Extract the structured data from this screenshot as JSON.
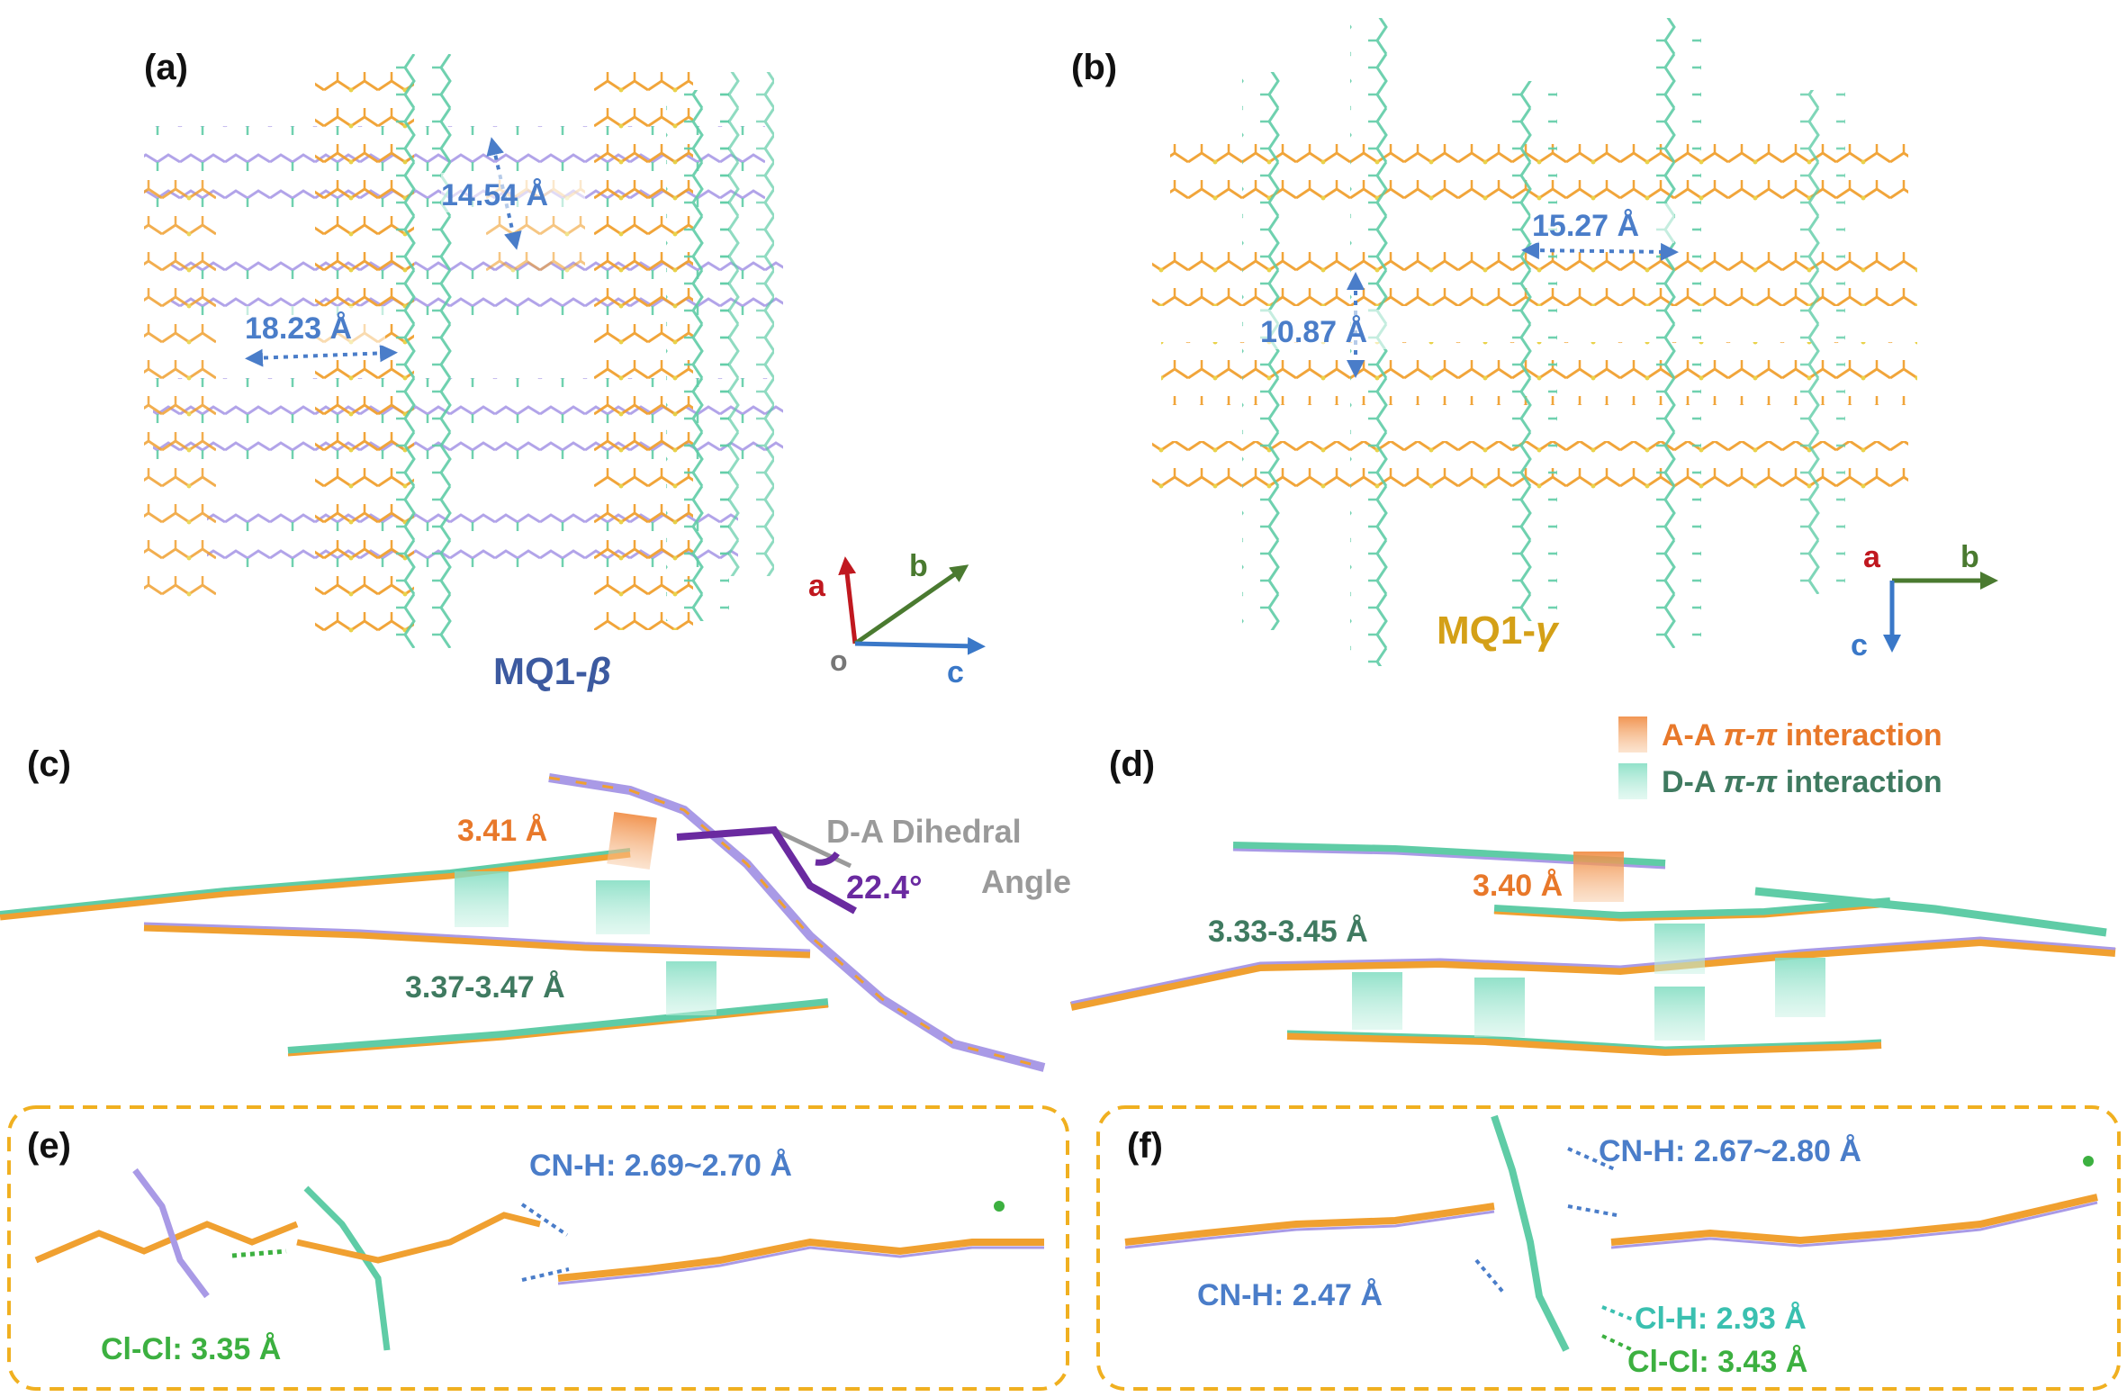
{
  "colors": {
    "orange": "#f0a030",
    "green": "#5fcca6",
    "lavender": "#a99ae6",
    "blue_label": "#4a7dc9",
    "orange_label": "#e8782a",
    "teal_label": "#3f7a60",
    "gold_label": "#d4a017",
    "purple": "#6a2aa0",
    "axis_a": "#c0181f",
    "axis_b": "#4a7a30",
    "axis_c": "#3a78c8",
    "box_border": "#f0b020"
  },
  "panels": {
    "a": {
      "label": "(a)",
      "name": "MQ1-",
      "name_greek": "β",
      "dist_vertical": "14.54 Å",
      "dist_horizontal": "18.23 Å",
      "axes": {
        "a": "a",
        "b": "b",
        "c": "c",
        "origin": "o"
      }
    },
    "b": {
      "label": "(b)",
      "name": "MQ1-",
      "name_greek": "γ",
      "dist_horizontal": "15.27 Å",
      "dist_vertical": "10.87 Å",
      "axes": {
        "a": "a",
        "b": "b",
        "c": "c"
      }
    },
    "c": {
      "label": "(c)",
      "dist_aa": "3.41 Å",
      "dist_da": "3.37-3.47 Å",
      "dihedral_line1": "D-A Dihedral",
      "dihedral_line2": "Angle",
      "dihedral_value": "22.4°"
    },
    "d": {
      "label": "(d)",
      "dist_aa": "3.40 Å",
      "dist_da": "3.33-3.45 Å"
    },
    "e": {
      "label": "(e)",
      "cnh": "CN-H: 2.69~2.70 Å",
      "clcl": "Cl-Cl: 3.35 Å"
    },
    "f": {
      "label": "(f)",
      "cnh_top": "CN-H: 2.67~2.80 Å",
      "cnh_left": "CN-H: 2.47 Å",
      "clh": "Cl-H: 2.93 Å",
      "clcl": "Cl-Cl: 3.43 Å"
    }
  },
  "legend": {
    "aa_prefix": "A-A ",
    "aa_greek": "π-π",
    "aa_suffix": " interaction",
    "da_prefix": "D-A ",
    "da_greek": "π-π",
    "da_suffix": " interaction"
  }
}
